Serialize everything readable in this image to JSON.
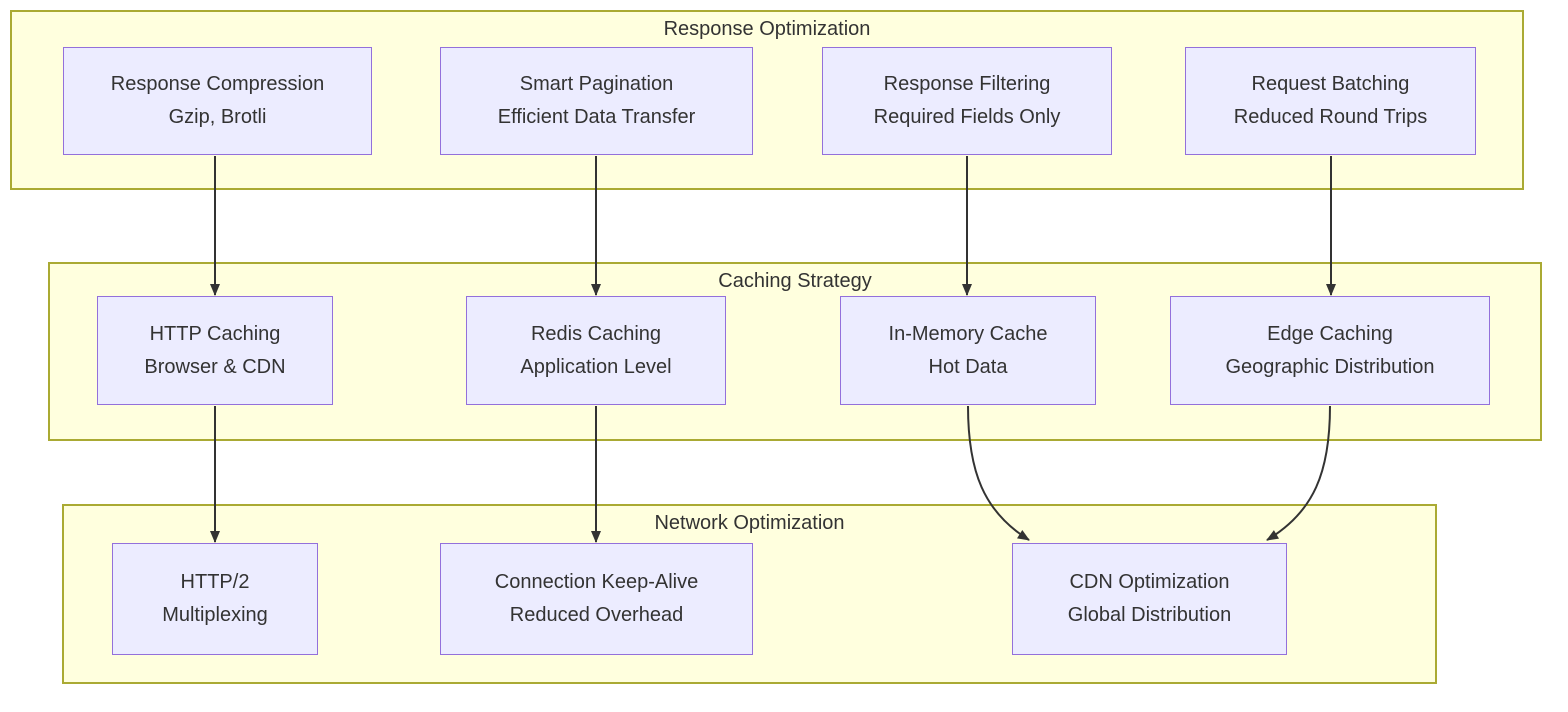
{
  "diagram": {
    "type": "flowchart",
    "direction": "top-down",
    "colors": {
      "group_fill": "#ffffde",
      "group_border": "#aaaa33",
      "node_fill": "#ececff",
      "node_border": "#9370db",
      "arrow": "#333333",
      "text": "#333333"
    },
    "groups": [
      {
        "title": "Response Optimization",
        "nodes": [
          {
            "line1": "Response Compression",
            "line2": "Gzip, Brotli"
          },
          {
            "line1": "Smart Pagination",
            "line2": "Efficient Data Transfer"
          },
          {
            "line1": "Response Filtering",
            "line2": "Required Fields Only"
          },
          {
            "line1": "Request Batching",
            "line2": "Reduced Round Trips"
          }
        ]
      },
      {
        "title": "Caching Strategy",
        "nodes": [
          {
            "line1": "HTTP Caching",
            "line2": "Browser & CDN"
          },
          {
            "line1": "Redis Caching",
            "line2": "Application Level"
          },
          {
            "line1": "In-Memory Cache",
            "line2": "Hot Data"
          },
          {
            "line1": "Edge Caching",
            "line2": "Geographic Distribution"
          }
        ]
      },
      {
        "title": "Network Optimization",
        "nodes": [
          {
            "line1": "HTTP/2",
            "line2": "Multiplexing"
          },
          {
            "line1": "Connection Keep-Alive",
            "line2": "Reduced Overhead"
          },
          {
            "line1": "CDN Optimization",
            "line2": "Global Distribution"
          }
        ]
      }
    ],
    "edges": [
      {
        "from": "Response Compression",
        "to": "HTTP Caching"
      },
      {
        "from": "Smart Pagination",
        "to": "Redis Caching"
      },
      {
        "from": "Response Filtering",
        "to": "In-Memory Cache"
      },
      {
        "from": "Request Batching",
        "to": "Edge Caching"
      },
      {
        "from": "HTTP Caching",
        "to": "HTTP/2"
      },
      {
        "from": "Redis Caching",
        "to": "Connection Keep-Alive"
      },
      {
        "from": "In-Memory Cache",
        "to": "CDN Optimization"
      },
      {
        "from": "Edge Caching",
        "to": "CDN Optimization"
      }
    ]
  }
}
